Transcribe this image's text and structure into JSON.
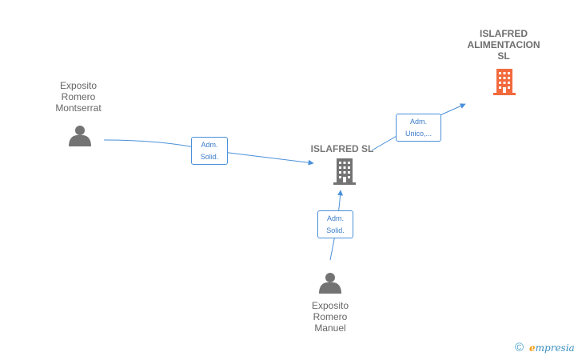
{
  "nodes": {
    "person_montserrat": {
      "lines": [
        "Exposito",
        "Romero",
        "Montserrat"
      ],
      "icon": "person-icon"
    },
    "person_manuel": {
      "lines": [
        "Exposito",
        "Romero",
        "Manuel"
      ],
      "icon": "person-icon"
    },
    "company_islafred": {
      "lines": [
        "ISLAFRED SL"
      ],
      "icon": "building-icon"
    },
    "company_alimentacion": {
      "lines": [
        "ISLAFRED",
        "ALIMENTACION",
        "SL"
      ],
      "icon": "building-icon"
    }
  },
  "edges": {
    "montserrat_to_islafred": {
      "lines": [
        "Adm.",
        "Solid."
      ]
    },
    "manuel_to_islafred": {
      "lines": [
        "Adm.",
        "Solid."
      ]
    },
    "islafred_to_alimentacion": {
      "lines": [
        "Adm.",
        "Unico,..."
      ]
    }
  },
  "footer": {
    "copyright_symbol": "©",
    "brand_initial": "e",
    "brand_rest": "mpresia"
  },
  "colors": {
    "edge": "#4a90d9",
    "person_icon": "#737373",
    "company_icon": "#737373",
    "company_highlight": "#f26a3d"
  }
}
